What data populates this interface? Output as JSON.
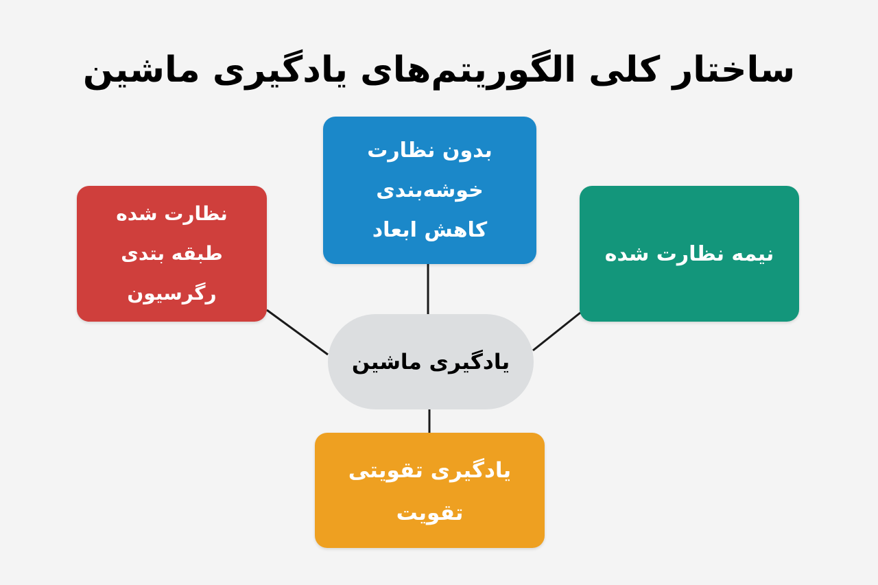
{
  "title": "ساختار کلی الگوریتم‌های یادگیری ماشین",
  "colors": {
    "background": "#f4f4f4",
    "connector": "#1a1a1a",
    "center": "#dcdee0",
    "unsupervised": "#1b88c9",
    "supervised": "#cf3f3c",
    "semi_supervised": "#13967b",
    "reinforcement": "#eea021"
  },
  "center": {
    "label": "یادگیری ماشین"
  },
  "nodes": {
    "unsupervised": {
      "lines": [
        "بدون نظارت",
        "خوشه‌بندی",
        "کاهش ابعاد"
      ]
    },
    "supervised": {
      "lines": [
        "نظارت شده",
        "طبقه بتدی",
        "رگرسیون"
      ]
    },
    "semi_supervised": {
      "lines": [
        "نیمه نظارت شده"
      ]
    },
    "reinforcement": {
      "lines": [
        "یادگیری تقویتی",
        "تقویت"
      ]
    }
  }
}
